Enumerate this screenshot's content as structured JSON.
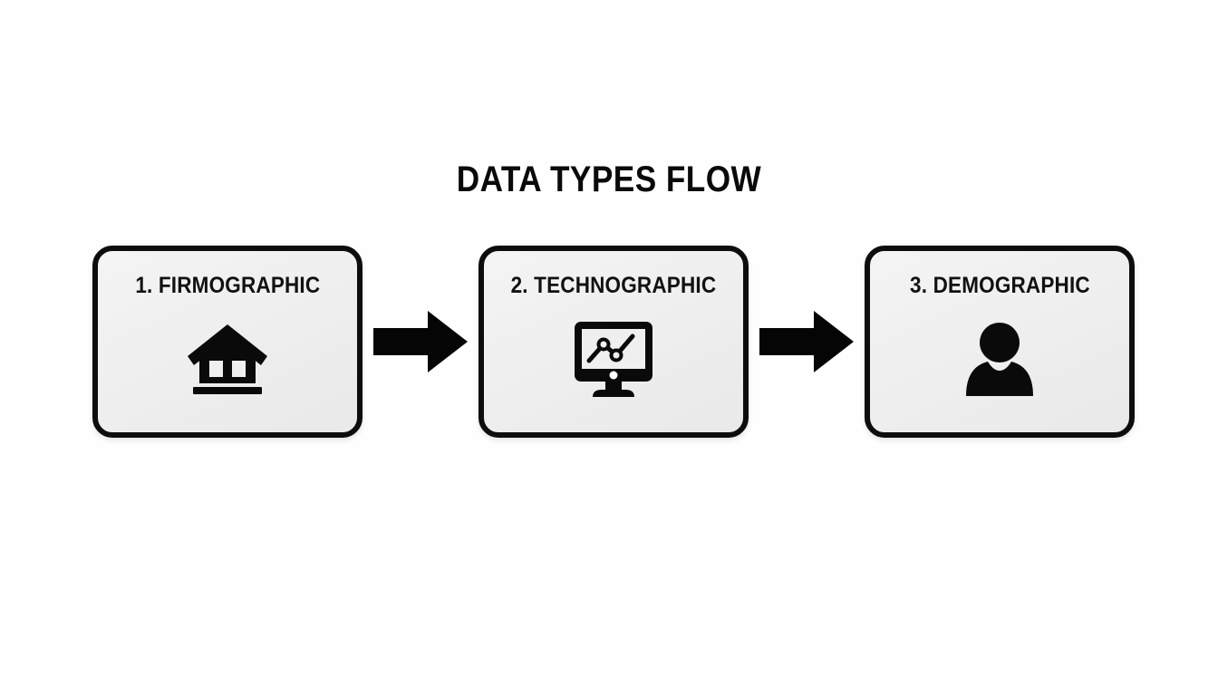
{
  "diagram": {
    "title": "DATA TYPES FLOW",
    "background_color": "#fefefe",
    "node_fill_color": "#eeeeee",
    "node_border_color": "#0d0d0d",
    "accent_color": "#000000",
    "text_color": "#111111",
    "nodes": [
      {
        "id": "firmographic",
        "label": "1. FIRMOGRAPHIC",
        "number": "1",
        "name": "FIRMOGRAPHIC",
        "icon": "house-icon"
      },
      {
        "id": "technographic",
        "label": "2. TECHNOGRAPHIC",
        "number": "2",
        "name": "TECHNOGRAPHIC",
        "icon": "monitor-chart-icon"
      },
      {
        "id": "demographic",
        "label": "3. DEMOGRAPHIC",
        "number": "3",
        "name": "DEMOGRAPHIC",
        "icon": "person-icon"
      }
    ],
    "connectors": [
      {
        "id": "arrow-1",
        "from": "firmographic",
        "to": "technographic",
        "icon": "arrow-right-icon"
      },
      {
        "id": "arrow-2",
        "from": "technographic",
        "to": "demographic",
        "icon": "arrow-right-icon"
      }
    ]
  }
}
